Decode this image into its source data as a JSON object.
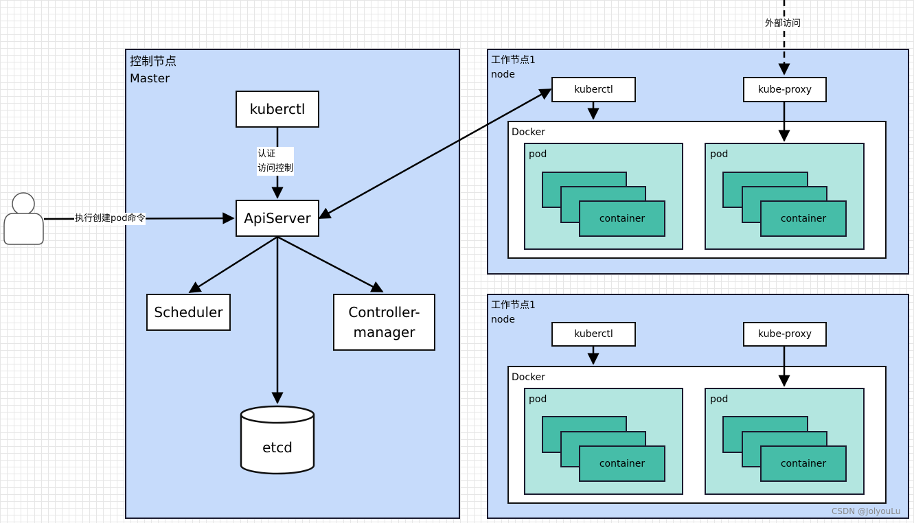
{
  "master": {
    "title_line1": "控制节点",
    "title_line2": "Master",
    "kuberctl": "kuberctl",
    "auth_label_line1": "认证",
    "auth_label_line2": "访问控制",
    "apiserver": "ApiServer",
    "scheduler": "Scheduler",
    "controller_line1": "Controller-",
    "controller_line2": "manager",
    "etcd": "etcd"
  },
  "user_action_label": "执行创建pod命令",
  "external_access_label": "外部访问",
  "nodes": [
    {
      "title_line1": "工作节点1",
      "title_line2": "node",
      "kuberctl": "kuberctl",
      "kube_proxy": "kube-proxy",
      "docker": "Docker",
      "pods": [
        {
          "label": "pod",
          "container": "container"
        },
        {
          "label": "pod",
          "container": "container"
        }
      ]
    },
    {
      "title_line1": "工作节点1",
      "title_line2": "node",
      "kuberctl": "kuberctl",
      "kube_proxy": "kube-proxy",
      "docker": "Docker",
      "pods": [
        {
          "label": "pod",
          "container": "container"
        },
        {
          "label": "pod",
          "container": "container"
        }
      ]
    }
  ],
  "watermark": "CSDN @JolyouLu",
  "colors": {
    "panel": "#c6dbfb",
    "pod": "#b3e6e0",
    "container": "#46bda8"
  }
}
